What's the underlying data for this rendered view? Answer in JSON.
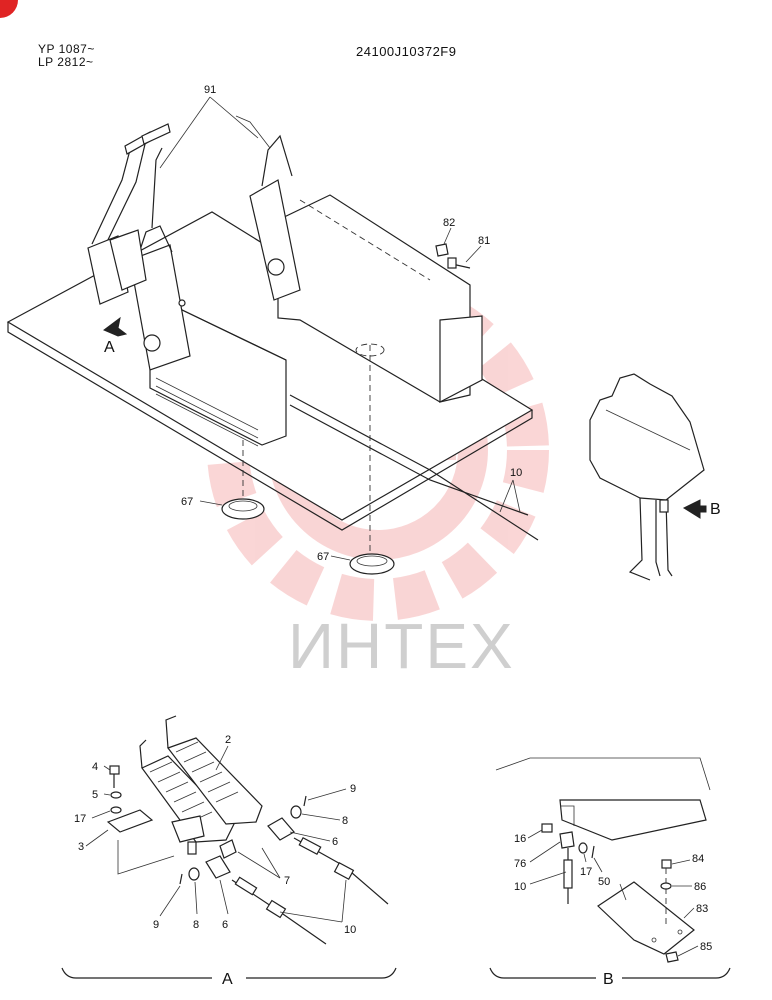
{
  "header": {
    "model_line1": "YP 1087~",
    "model_line2": "LP 2812~",
    "part_code": "24100J10372F9"
  },
  "watermark": {
    "text": "ИНТЕХ",
    "color": "#e84545"
  },
  "main_labels": {
    "l91": "91",
    "l82": "82",
    "l81": "81",
    "lA": "A",
    "lB": "B",
    "l10": "10",
    "l67a": "67",
    "l67b": "67"
  },
  "detail_a": {
    "l2": "2",
    "l4": "4",
    "l5": "5",
    "l17": "17",
    "l3": "3",
    "l9a": "9",
    "l8a": "8",
    "l6a": "6",
    "l7": "7",
    "l9b": "9",
    "l8b": "8",
    "l6b": "6",
    "l10": "10",
    "caption": "A"
  },
  "detail_b": {
    "l16": "16",
    "l76": "76",
    "l17": "17",
    "l50": "50",
    "l10": "10",
    "l84": "84",
    "l86": "86",
    "l83": "83",
    "l85": "85",
    "caption": "B"
  }
}
